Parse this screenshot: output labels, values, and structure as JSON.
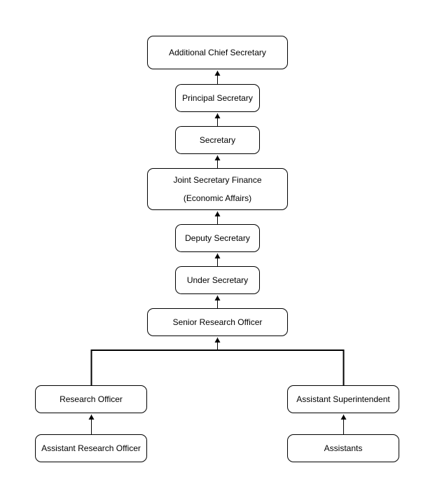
{
  "diagram": {
    "type": "org-chart",
    "colors": {
      "background": "#ffffff",
      "node_fill": "#ffffff",
      "node_stroke": "#000000",
      "text": "#000000",
      "connector": "#000000"
    },
    "nodes": {
      "additional_chief_secretary": {
        "label": "Additional Chief Secretary"
      },
      "principal_secretary": {
        "label": "Principal Secretary"
      },
      "secretary": {
        "label": "Secretary"
      },
      "joint_secretary_finance": {
        "line1": "Joint Secretary Finance",
        "line2": "(Economic Affairs)"
      },
      "deputy_secretary": {
        "label": "Deputy Secretary"
      },
      "under_secretary": {
        "label": "Under Secretary"
      },
      "senior_research_officer": {
        "label": "Senior Research Officer"
      },
      "research_officer": {
        "label": "Research Officer"
      },
      "assistant_research_officer": {
        "label": "Assistant Research Officer"
      },
      "assistant_superintendent": {
        "label": "Assistant Superintendent"
      },
      "assistants": {
        "label": "Assistants"
      }
    },
    "edges": [
      {
        "from": "principal_secretary",
        "to": "additional_chief_secretary",
        "arrow": "up"
      },
      {
        "from": "secretary",
        "to": "principal_secretary",
        "arrow": "up"
      },
      {
        "from": "joint_secretary_finance",
        "to": "secretary",
        "arrow": "up"
      },
      {
        "from": "deputy_secretary",
        "to": "joint_secretary_finance",
        "arrow": "up"
      },
      {
        "from": "under_secretary",
        "to": "deputy_secretary",
        "arrow": "up"
      },
      {
        "from": "senior_research_officer",
        "to": "under_secretary",
        "arrow": "up"
      },
      {
        "from": "research_officer",
        "to": "senior_research_officer",
        "arrow": "up"
      },
      {
        "from": "assistant_superintendent",
        "to": "senior_research_officer",
        "arrow": "up"
      },
      {
        "from": "assistant_research_officer",
        "to": "research_officer",
        "arrow": "up"
      },
      {
        "from": "assistants",
        "to": "assistant_superintendent",
        "arrow": "up"
      }
    ]
  }
}
